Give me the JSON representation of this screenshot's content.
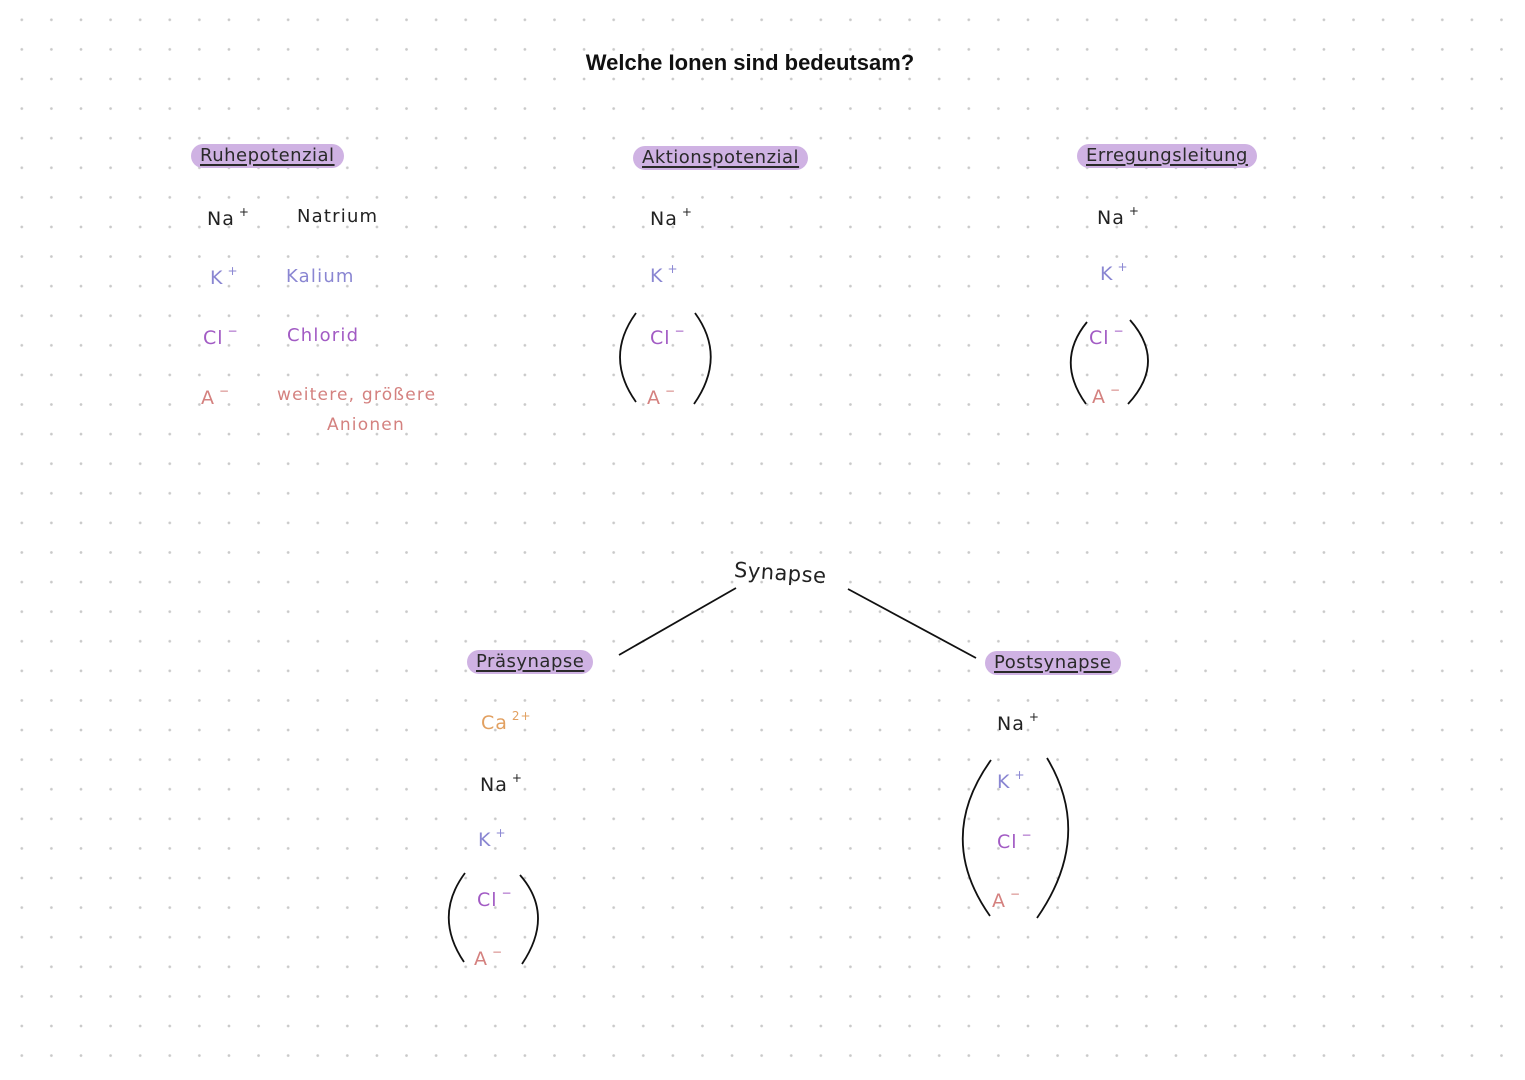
{
  "title": "Welche Ionen sind bedeutsam?",
  "ruhepotenzial": {
    "heading": "Ruhepotenzial",
    "ions": [
      {
        "symbol": "Na",
        "charge": "+",
        "name": "Natrium"
      },
      {
        "symbol": "K",
        "charge": "+",
        "name": "Kalium"
      },
      {
        "symbol": "Cl",
        "charge": "−",
        "name": "Chlorid"
      },
      {
        "symbol": "A",
        "charge": "−",
        "name_line1": "weitere, größere",
        "name_line2": "Anionen"
      }
    ]
  },
  "aktionspotenzial": {
    "heading": "Aktionspotenzial",
    "ions": [
      {
        "symbol": "Na",
        "charge": "+"
      },
      {
        "symbol": "K",
        "charge": "+"
      },
      {
        "symbol": "Cl",
        "charge": "−"
      },
      {
        "symbol": "A",
        "charge": "−"
      }
    ]
  },
  "erregungsleitung": {
    "heading": "Erregungsleitung",
    "ions": [
      {
        "symbol": "Na",
        "charge": "+"
      },
      {
        "symbol": "K",
        "charge": "+"
      },
      {
        "symbol": "Cl",
        "charge": "−"
      },
      {
        "symbol": "A",
        "charge": "−"
      }
    ]
  },
  "synapse": {
    "label": "Synapse",
    "praesynapse": {
      "heading": "Präsynapse",
      "ions": [
        {
          "symbol": "Ca",
          "charge": "2+"
        },
        {
          "symbol": "Na",
          "charge": "+"
        },
        {
          "symbol": "K",
          "charge": "+"
        },
        {
          "symbol": "Cl",
          "charge": "−"
        },
        {
          "symbol": "A",
          "charge": "−"
        }
      ]
    },
    "postsynapse": {
      "heading": "Postsynapse",
      "ions": [
        {
          "symbol": "Na",
          "charge": "+"
        },
        {
          "symbol": "K",
          "charge": "+"
        },
        {
          "symbol": "Cl",
          "charge": "−"
        },
        {
          "symbol": "A",
          "charge": "−"
        }
      ]
    }
  },
  "colors": {
    "highlight": "#cfb2e3",
    "na": "#222222",
    "k": "#8a86d2",
    "cl": "#a25bc4",
    "a": "#d4817f",
    "ca": "#e2a060"
  }
}
